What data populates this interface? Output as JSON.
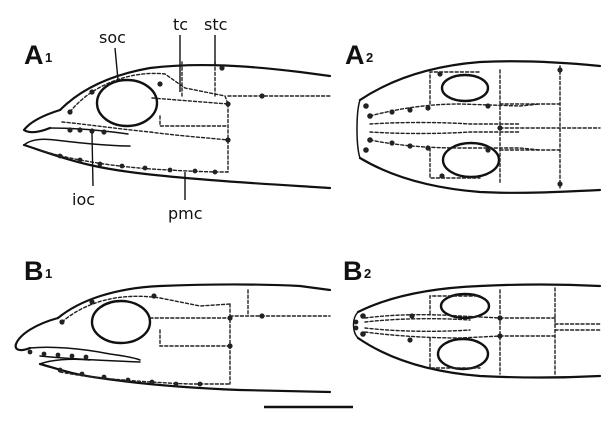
{
  "panels": {
    "a1": {
      "letter": "A",
      "index": "1"
    },
    "a2": {
      "letter": "A",
      "index": "2"
    },
    "b1": {
      "letter": "B",
      "index": "1"
    },
    "b2": {
      "letter": "B",
      "index": "2"
    }
  },
  "canal_labels": {
    "soc": "soc",
    "tc": "tc",
    "stc": "stc",
    "ioc": "ioc",
    "pmc": "pmc"
  }
}
